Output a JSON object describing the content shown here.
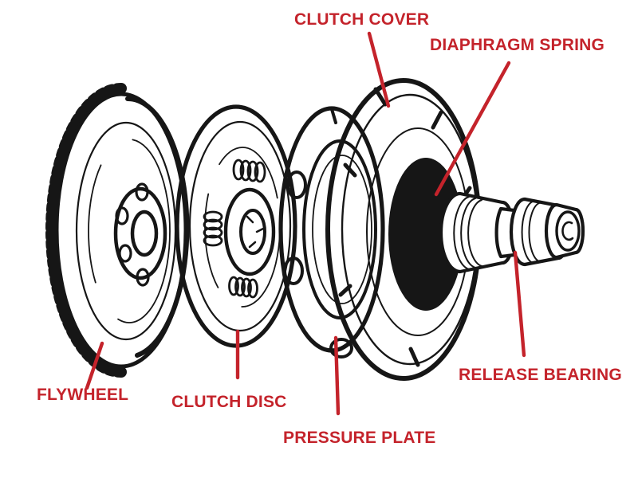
{
  "diagram": {
    "type": "exploded-parts-diagram",
    "background_color": "#ffffff",
    "line_color": "#161616",
    "label_color": "#c4232b",
    "labels": {
      "clutch_cover": "CLUTCH COVER",
      "diaphragm_spring": "DIAPHRAGM SPRING",
      "flywheel": "FLYWHEEL",
      "clutch_disc": "CLUTCH DISC",
      "pressure_plate": "PRESSURE PLATE",
      "release_bearing": "RELEASE BEARING"
    }
  }
}
